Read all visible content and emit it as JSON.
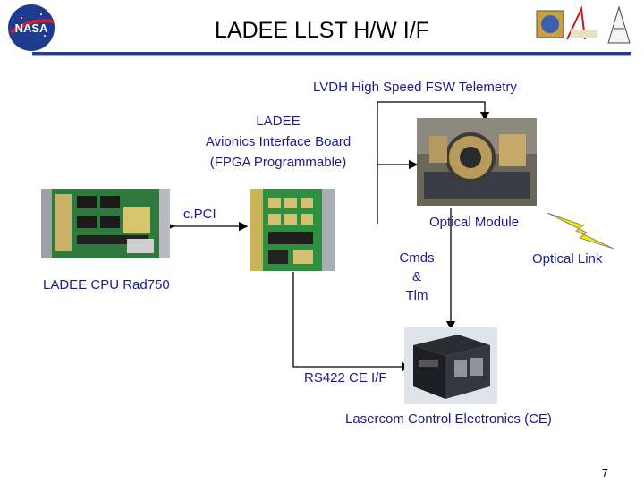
{
  "slide": {
    "title": "LADEE LLST H/W I/F",
    "page_number": "7"
  },
  "labels": {
    "lvdh": "LVDH High Speed  FSW Telemetry",
    "interface_board_1": "LADEE",
    "interface_board_2": "Avionics Interface Board",
    "interface_board_3": "(FPGA Programmable)",
    "cpci": "c.PCI",
    "optical_module": "Optical Module",
    "cmds_1": "Cmds",
    "cmds_2": "&",
    "cmds_3": "Tlm",
    "optical_link": "Optical Link",
    "cpu": "LADEE CPU Rad750",
    "rs422": "RS422 CE I/F",
    "ce": "Lasercom Control Electronics (CE)"
  },
  "colors": {
    "title_rule": "#2a3a8c",
    "blue_text": "#1b1b8f",
    "lightning": "#f2e600"
  },
  "icons": {
    "nasa_logo": "nasa-logo",
    "mission_logo": "mission-logo"
  }
}
